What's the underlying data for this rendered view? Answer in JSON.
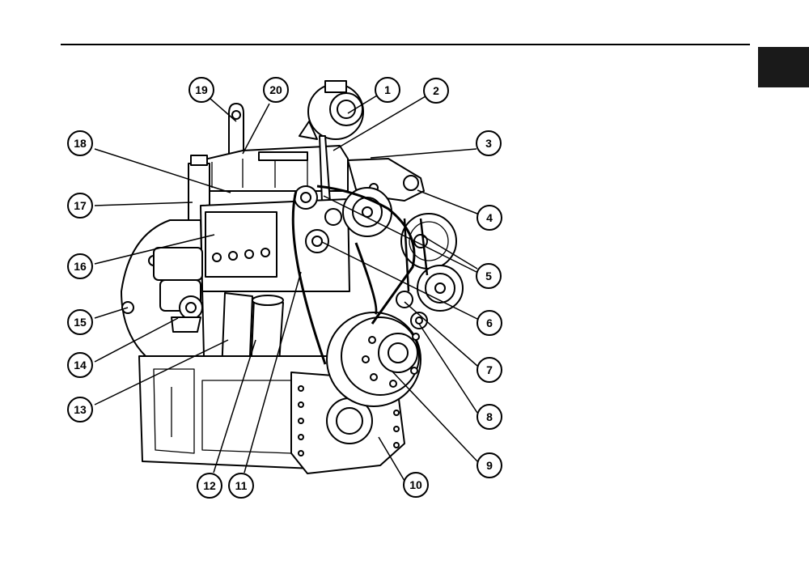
{
  "colors": {
    "ink": "#000000",
    "paper": "#ffffff",
    "tab": "#1a1a1a"
  },
  "callouts": [
    "1",
    "2",
    "3",
    "4",
    "5",
    "6",
    "7",
    "8",
    "9",
    "10",
    "11",
    "12",
    "13",
    "14",
    "15",
    "16",
    "17",
    "18",
    "19",
    "20"
  ]
}
